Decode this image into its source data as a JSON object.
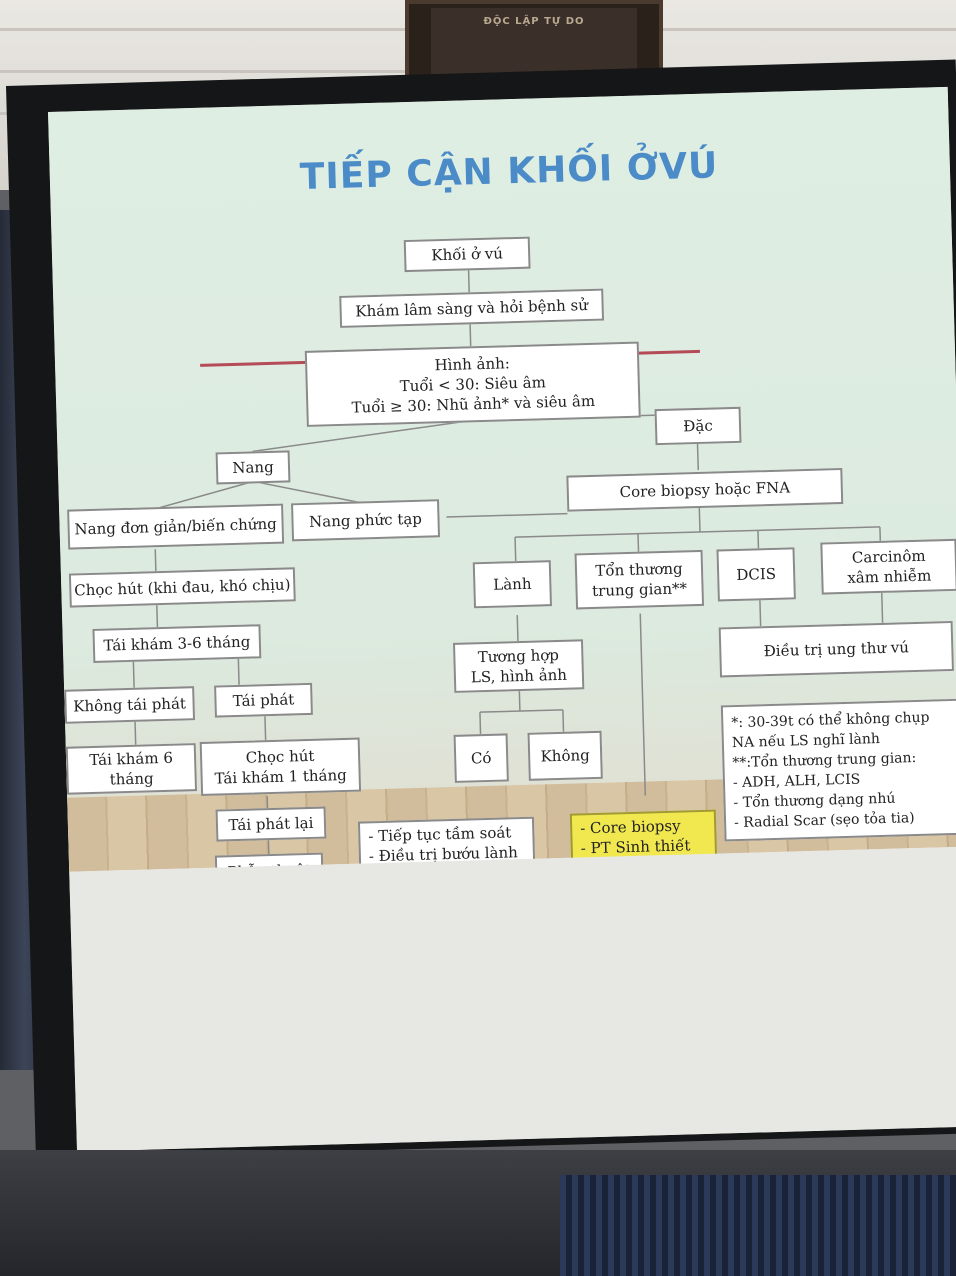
{
  "plaque": {
    "text": "ĐỘC LẬP TỰ DO"
  },
  "slide": {
    "title": "TIẾP CẬN KHỐI ỞVÚ",
    "nodes": {
      "khoi_o_vu": [
        "Khối ở vú"
      ],
      "kham_lam_sang": [
        "Khám lâm sàng và hỏi bệnh sử"
      ],
      "hinh_anh": [
        "Hình ảnh:",
        "Tuổi < 30: Siêu âm",
        "Tuổi ≥ 30: Nhũ ảnh* và siêu âm"
      ],
      "dac": [
        "Đặc"
      ],
      "nang": [
        "Nang"
      ],
      "nang_don_gian": [
        "Nang đơn giản/biến chứng"
      ],
      "nang_phuc_tap": [
        "Nang phức tạp"
      ],
      "core_fna": [
        "Core biopsy hoặc FNA"
      ],
      "choc_hut_khi_dau": [
        "Chọc hút (khi đau, khó chịu)"
      ],
      "tai_kham_3_6": [
        "Tái khám 3-6 tháng"
      ],
      "khong_tai_phat": [
        "Không tái phát"
      ],
      "tai_phat": [
        "Tái phát"
      ],
      "tai_kham_6": [
        "Tái khám 6",
        "tháng"
      ],
      "choc_hut_tai_kham_1": [
        "Chọc hút",
        "Tái khám 1 tháng"
      ],
      "tai_phat_lai": [
        "Tái phát lại"
      ],
      "phau_thuat": [
        "Phẫu thuật"
      ],
      "lanh": [
        "Lành"
      ],
      "ton_thuong_trung_gian": [
        "Tổn thương",
        "trung gian**"
      ],
      "dcis": [
        "DCIS"
      ],
      "carcinom": [
        "Carcinôm",
        "xâm nhiễm"
      ],
      "tuong_hop": [
        "Tương hợp",
        "LS, hình ảnh"
      ],
      "dieu_tri_ung_thu": [
        "Điều trị ung thư vú"
      ],
      "co": [
        "Có"
      ],
      "khong": [
        "Không"
      ],
      "tiep_tuc": [
        "- Tiếp tục tầm soát",
        "- Điều trị bướu lành"
      ],
      "core_pt": [
        "- Core biopsy",
        "- PT Sinh thiết"
      ],
      "footnote": [
        "*: 30-39t có thể không chụp",
        "NA nếu LS nghĩ lành",
        "**:Tổn thương trung gian:",
        "- ADH, ALH, LCIS",
        "- Tổn thương dạng nhú",
        "- Radial Scar (sẹo tỏa tia)"
      ]
    }
  },
  "colors": {
    "title": "#4a8bc8",
    "highlight_box": "#f1e84f",
    "red_line": "#b44b57",
    "slide_background": "#dfeee3"
  }
}
